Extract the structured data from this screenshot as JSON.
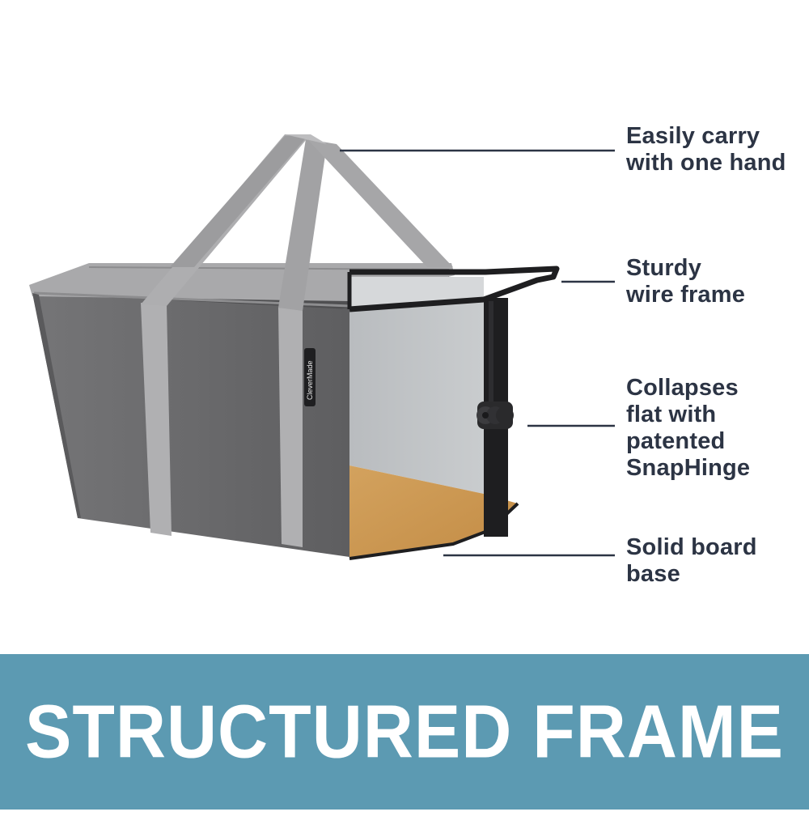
{
  "callouts": [
    {
      "lines": [
        "Easily carry",
        "with one hand"
      ],
      "target": "handles"
    },
    {
      "lines": [
        "Sturdy",
        "wire frame"
      ],
      "target": "wire-frame"
    },
    {
      "lines": [
        "Collapses",
        "flat with",
        "patented",
        "SnapHinge"
      ],
      "target": "snap-hinge"
    },
    {
      "lines": [
        "Solid board",
        "base"
      ],
      "target": "board-base"
    }
  ],
  "brand_tag": "CleverMade",
  "banner": {
    "title": "STRUCTURED FRAME"
  },
  "colors": {
    "banner": "#5c9ab2",
    "callout_text": "#2c3444",
    "leader_line": "#2c3444",
    "fabric": "#6c6c6e",
    "strap": "#b0b0b2",
    "board": "#c9954e",
    "frame": "#1e1e20"
  },
  "icons": [
    "collapsible-basket-illustration",
    "snap-hinge-icon"
  ]
}
